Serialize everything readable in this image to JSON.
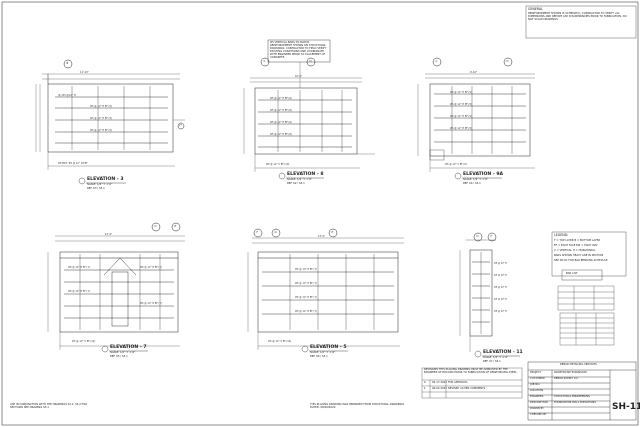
{
  "general_notes_header": "GENERAL",
  "general_notes_body": "REINFORCEMENT SHOWN IS SCHEMATIC, CONTRACTOR TO VERIFY ALL DIMENSIONS AND REPORT ANY DISCREPANCIES PRIOR TO FABRICATION. DO NOT SCALE DRAWINGS.",
  "elevations": [
    {
      "id": "elev-3",
      "label": "ELEVATION - 3",
      "scale": "SCALE: 1/4\" = 1'-0\"",
      "ref": "REF. 03 / S3.1"
    },
    {
      "id": "elev-8",
      "label": "ELEVATION - 8",
      "scale": "SCALE: 1/4\" = 1'-0\"",
      "ref": "REF. 02 / S3.1"
    },
    {
      "id": "elev-9a",
      "label": "ELEVATION - 9A",
      "scale": "SCALE: 1/4\" = 1'-0\"",
      "ref": "REF. 04 / S3.1"
    },
    {
      "id": "elev-7",
      "label": "ELEVATION - 7",
      "scale": "SCALE: 1/4\" = 1'-0\"",
      "ref": "REF. 05 / S3.1"
    },
    {
      "id": "elev-5",
      "label": "ELEVATION - 5",
      "scale": "SCALE: 1/4\" = 1'-0\"",
      "ref": "REF. 06 / S3.1"
    },
    {
      "id": "elev-11",
      "label": "ELEVATION - 11",
      "scale": "SCALE: 1/4\" = 1'-0\"",
      "ref": "REF. 07 / S3.1"
    }
  ],
  "grid_bubbles": [
    "B",
    "C",
    "D",
    "C",
    "D",
    "D",
    "E",
    "F",
    "G",
    "E",
    "D",
    "F",
    "H"
  ],
  "callout_note": "#5 VERTICAL BARS TO MATCH REINFORCEMENT SHOWN ON STRUCTURAL DRAWINGS, CONTRACTOR TO FIELD VERIFY EXISTING CONDITIONS AND COORDINATE WITH ENGINEER PRIOR TO PLACEMENT OF CONCRETE.",
  "legend_header": "LEGEND:",
  "legend_lines": [
    "T = TOP LAYER  B = BOTTOM LAYER",
    "EF = EACH FACE  EW = EACH WAY",
    "V = VERTICAL  H = HORIZONTAL",
    "BARS SHOWN HEAVY ARE IN SECTION",
    "SEE SH-01 FOR BAR BENDING SCHEDULE"
  ],
  "bar_list_header": "BAR LIST",
  "footer_note_left": "USE IN CONJUNCTION WITH THE DRAWINGS S3.1, S3.2 FOR SECTIONS SEE DRAWING S3.1",
  "footer_note_center": "THIS PLACING DRAWING WAS PREPARED FROM STRUCTURAL DRAWINGS DATED: 08/20/2020",
  "revision_note": "REVISIONS THIS PLACING DRAWING MUST BE APPROVED BY THE ENGINEER OF RECORD PRIOR TO FABRICATION OF REINFORCING STEEL.",
  "revisions": [
    {
      "no": "0",
      "date": "05-17-2021",
      "desc": "FOR APPROVAL"
    },
    {
      "no": "1",
      "date": "06-02-2021",
      "desc": "REVISED AS PER COMMENTS"
    }
  ],
  "title_block": {
    "company": "REBAR DETAILING SERVICES",
    "project_label": "PROJECT",
    "project": "WAREHOUSE EXPANSION",
    "customer_label": "CUSTOMER",
    "customer": "REBAR SUPPLY CO.",
    "job_label": "JOB NO.",
    "location_label": "LOCATION",
    "engineer_label": "ENGINEER",
    "engineer": "STRUCTURAL ENGINEERING",
    "description_label": "DESCRIPTION",
    "description": "FOUNDATION WALL ELEVATIONS",
    "drawn_label": "DRAWN BY",
    "checked_label": "CHECKED BY",
    "sheet_no": "SH-11"
  }
}
